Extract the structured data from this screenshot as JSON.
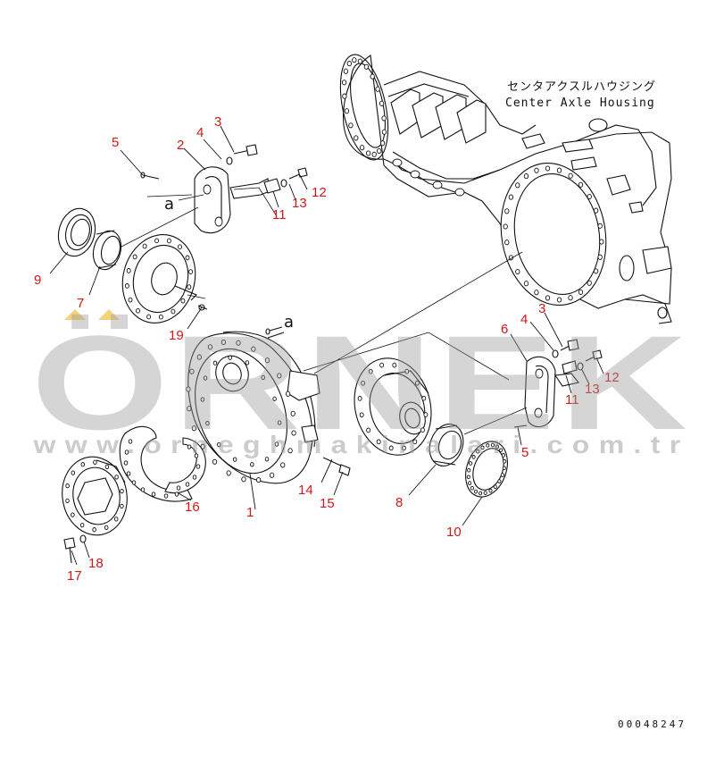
{
  "housing_label": {
    "jp": "センタアクスルハウジング",
    "en": "Center Axle Housing"
  },
  "reference_letters": [
    "a",
    "a"
  ],
  "callouts": [
    "1",
    "2",
    "3",
    "4",
    "5",
    "6",
    "7",
    "8",
    "9",
    "10",
    "11",
    "12",
    "13",
    "14",
    "15",
    "16",
    "17",
    "18",
    "19",
    "3",
    "4",
    "5",
    "11",
    "12",
    "13"
  ],
  "watermark": {
    "brand": "ÖRNEK",
    "url": "www.orneghmakinalari.com.tr"
  },
  "document_number": "00048247",
  "colors": {
    "callout": "#d01818",
    "line": "#111111",
    "watermark": "#9a9a9a",
    "accent_yellow": "#f2d27a"
  }
}
